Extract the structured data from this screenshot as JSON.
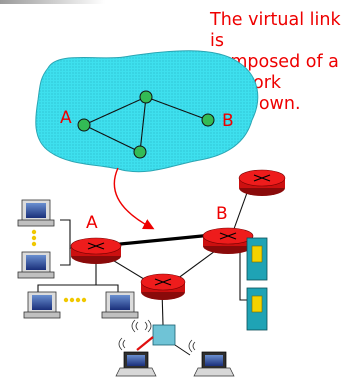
{
  "caption": {
    "lines": [
      "The virtual link is",
      "composed of a network",
      "of its own."
    ]
  },
  "cloud_labels": {
    "left": "A",
    "right": "B"
  },
  "router_labels": {
    "left": "A",
    "right": "B"
  },
  "colors": {
    "text": "#ee0000",
    "cloud_fill": "#3ee0ee",
    "node_fill": "#33bb55",
    "router_fill": "#ee1c1c",
    "server_fill": "#1fa3b5"
  },
  "icons": [
    "router-icon",
    "desktop-computer-icon",
    "laptop-icon",
    "server-icon",
    "wireless-access-point-icon"
  ]
}
